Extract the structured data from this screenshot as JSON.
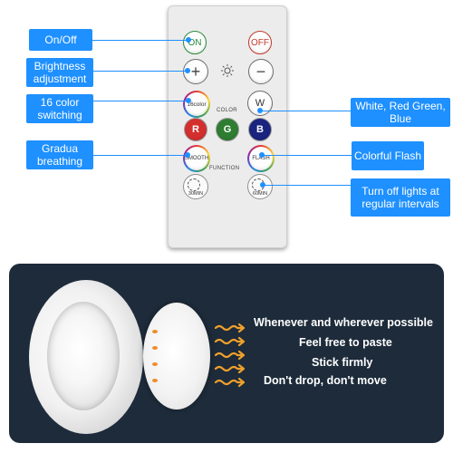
{
  "remote": {
    "on_label": "ON",
    "off_label": "OFF",
    "plus_label": "+",
    "minus_label": "−",
    "brightness_icon": "sun-icon",
    "color16_label": "16color",
    "w_label": "W",
    "color_section_label": "COLOR",
    "r_label": "R",
    "g_label": "G",
    "b_label": "B",
    "smooth_label": "SMOOTH",
    "flash_label": "FLASH",
    "function_section_label": "FUNCTION",
    "timer30_label": "30MIN",
    "timer60_label": "60MIN"
  },
  "colors": {
    "callout_blue": "#1e90ff",
    "red_button": "#d32f2f",
    "green_button": "#2e7d32",
    "blue_button": "#1a237e",
    "panel_bg": "#1d2b3a",
    "arrow_orange": "#f0a02b"
  },
  "callouts": {
    "on_off": "On/Off",
    "brightness": "Brightness adjustment",
    "color16": "16 color switching",
    "gradual": "Gradua breathing",
    "white_rgb": "White, Red Green, Blue",
    "colorful_flash": "Colorful Flash",
    "turn_off": "Turn off lights at regular intervals"
  },
  "slogans": {
    "line1": "Whenever and wherever possible",
    "line2": "Feel free to paste",
    "line3": "Stick firmly",
    "line4": "Don't drop, don't move"
  }
}
